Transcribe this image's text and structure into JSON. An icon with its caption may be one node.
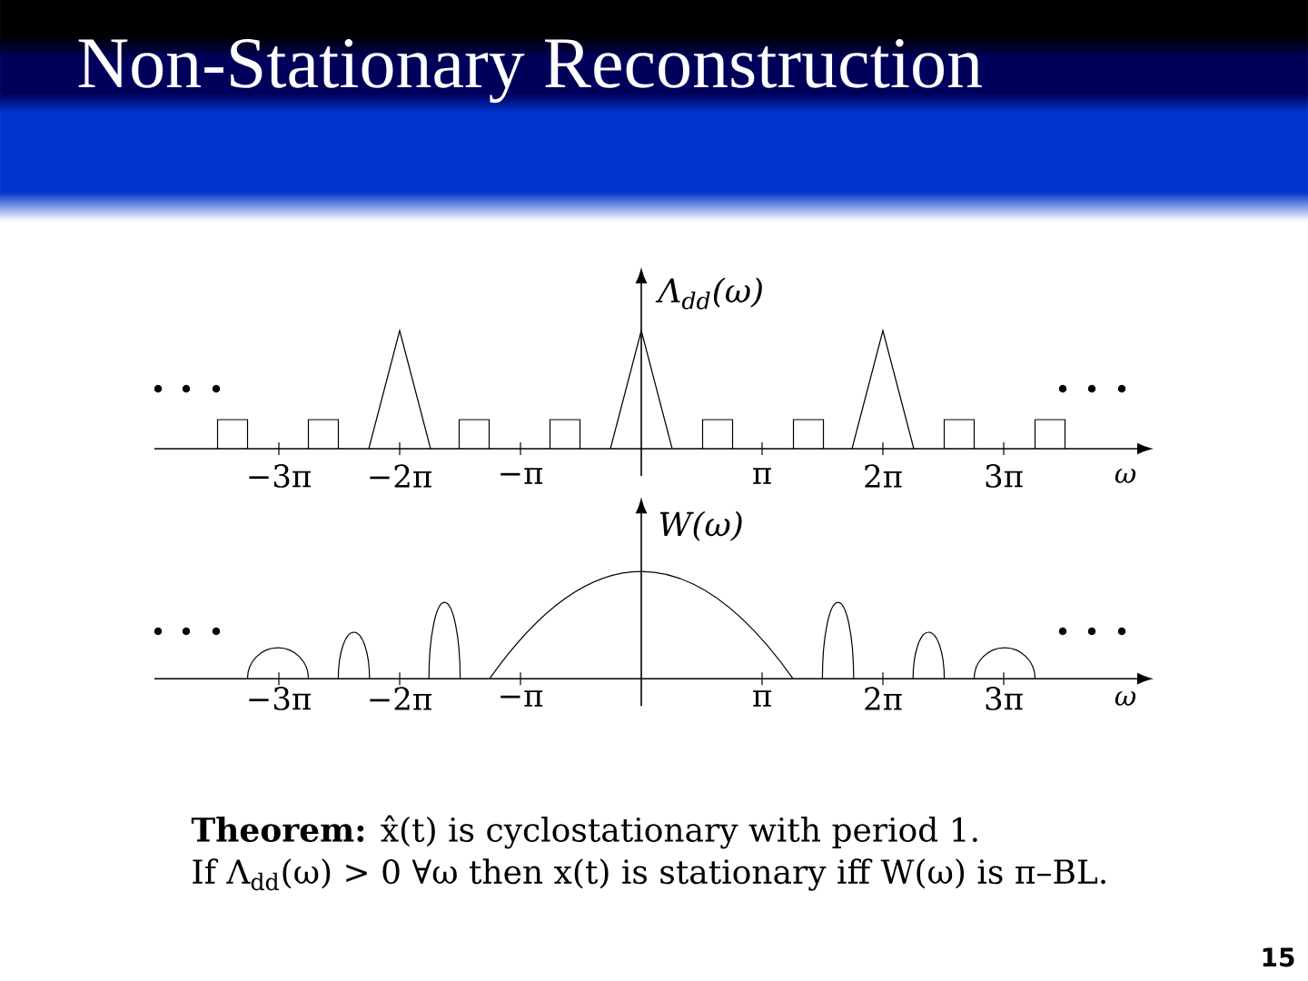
{
  "diagram": {
    "title": "Non-Stationary Reconstruction",
    "labels": [
      "Λ$_{dd}$(ω)",
      "−3π",
      "−2π",
      "−π",
      "π",
      "2π",
      "3π",
      "ω",
      "W(ω)",
      "−3π",
      "−2π",
      "−π",
      "π",
      "2π",
      "3π",
      "ω",
      "**Theorem:** x̂(t) is cyclostationary with period 1.",
      "If Λ$_{dd}$(ω) > 0 ∀ω then x(t) is stationary iff W(ω) is π–BL.",
      "15"
    ]
  }
}
